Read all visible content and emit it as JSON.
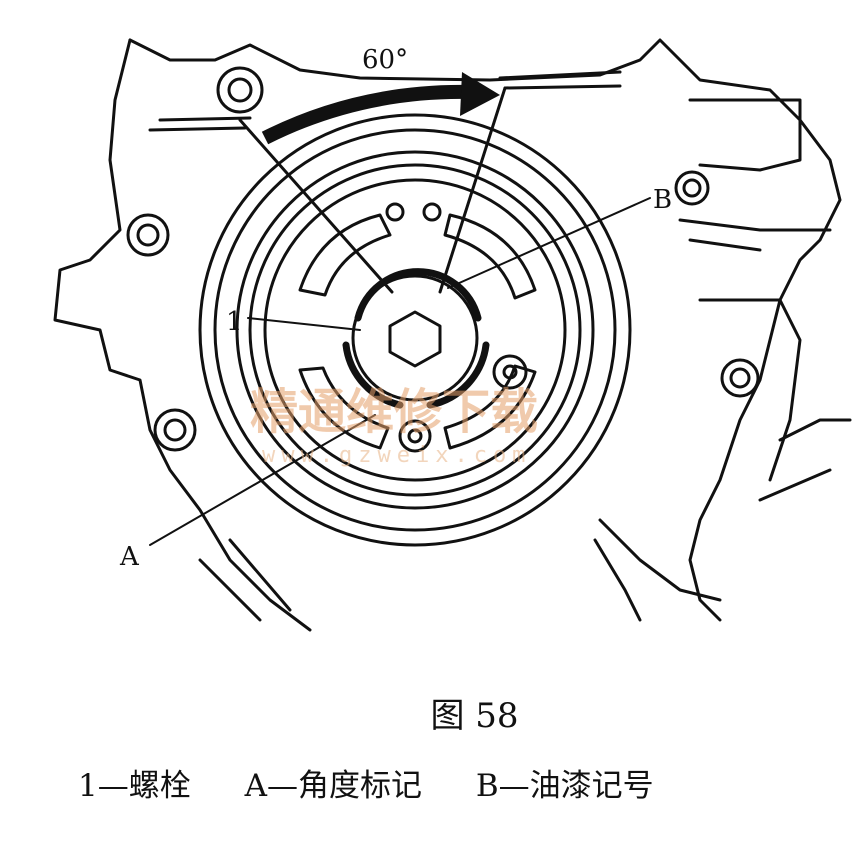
{
  "figure": {
    "angle_label": "60°",
    "label_1": "1",
    "label_a": "A",
    "label_b": "B",
    "watermark_cn": "精通维修下载",
    "watermark_url": "www.gzweix.com",
    "arrow_color": "#111111",
    "watermark_color": "#e4a06a"
  },
  "caption": "图 58",
  "legend": {
    "item_1": "1—螺栓",
    "item_a": "A—角度标记",
    "item_b": "B—油漆记号"
  }
}
